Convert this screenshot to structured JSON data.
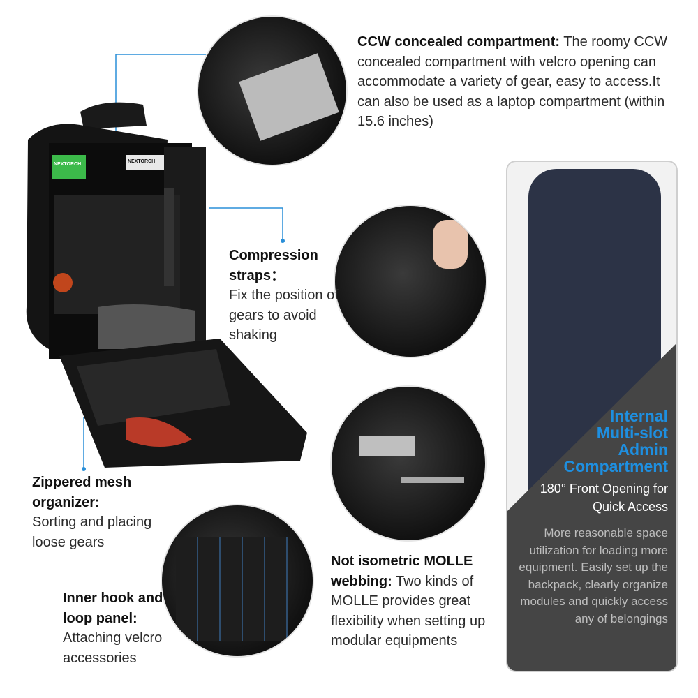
{
  "ccw": {
    "title": "CCW concealed compartment:",
    "body": " The roomy CCW concealed compartment with velcro opening can accommodate a variety of gear, easy to access.It can also be used as a laptop compartment (within 15.6 inches)"
  },
  "compression": {
    "title": "Compression straps：",
    "body": "Fix the position of gears to avoid shaking"
  },
  "mesh": {
    "title": "Zippered mesh organizer:",
    "body": "Sorting and placing loose gears"
  },
  "hook": {
    "title": "Inner hook and loop panel:",
    "body": "Attaching velcro accessories"
  },
  "molle": {
    "title": "Not isometric MOLLE webbing:",
    "body": " Two kinds of MOLLE provides great flexibility when setting up modular equipments"
  },
  "panel": {
    "heading": [
      "Internal",
      "Multi-slot",
      "Admin",
      "Compartment"
    ],
    "subtitle": "180° Front Opening for Quick Access",
    "body": "More reasonable space utilization for loading more equipment. Easily set up the backpack, clearly organize modules and quickly access any of belongings"
  },
  "logos": [
    "NEXTORCH",
    "NEXTORCH"
  ],
  "colors": {
    "accent": "#1e8fe0",
    "panel": "#454545"
  }
}
